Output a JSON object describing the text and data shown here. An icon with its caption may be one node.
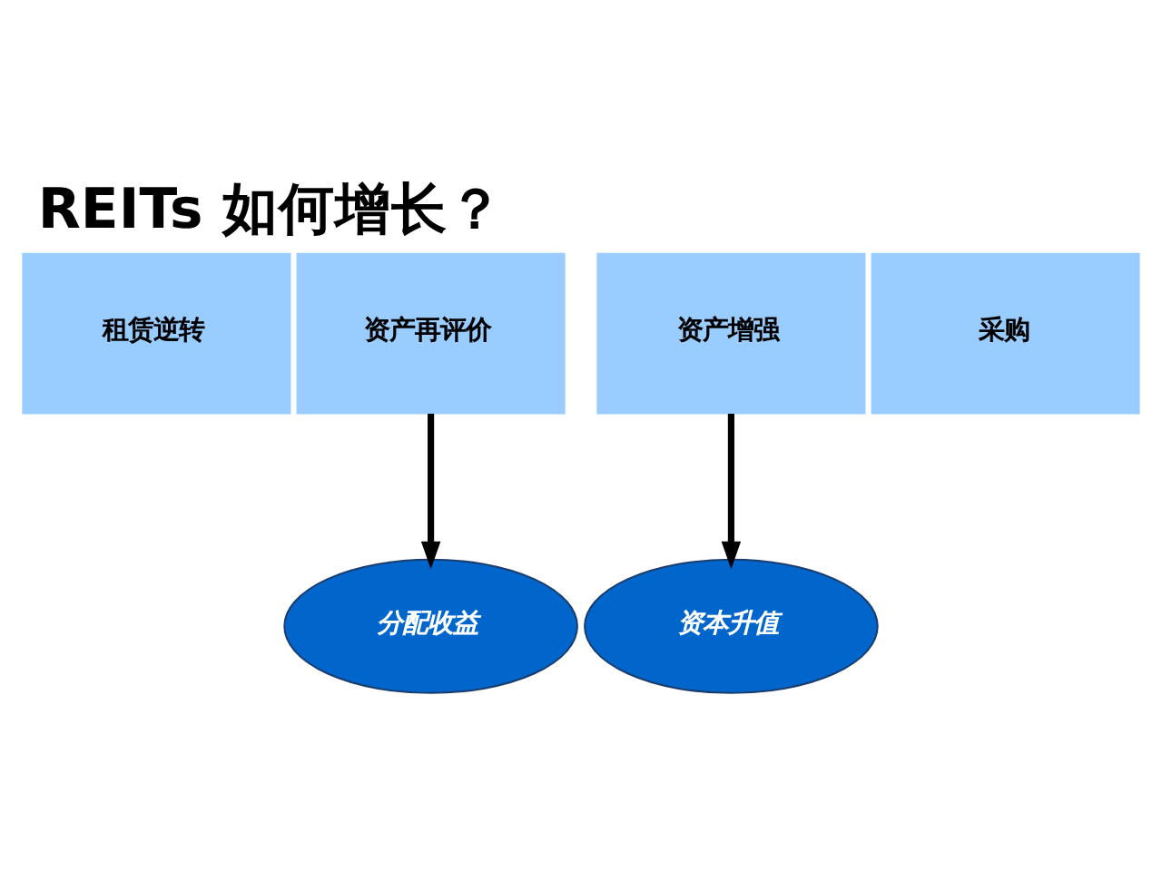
{
  "diagram": {
    "title": "REITs 如何增长？",
    "nodes": [
      {
        "text": [
          "租赁逆转"
        ]
      },
      {
        "text": [
          "资产再评价"
        ]
      },
      {
        "text": [
          "资产增强"
        ]
      },
      {
        "text": [
          "采购"
        ]
      },
      {
        "text": [
          "分配收益"
        ]
      },
      {
        "text": [
          "资本升值"
        ]
      }
    ],
    "edges": [
      {
        "from": 1,
        "to": 4,
        "arrow": "to"
      },
      {
        "from": 2,
        "to": 5,
        "arrow": "to"
      }
    ]
  }
}
